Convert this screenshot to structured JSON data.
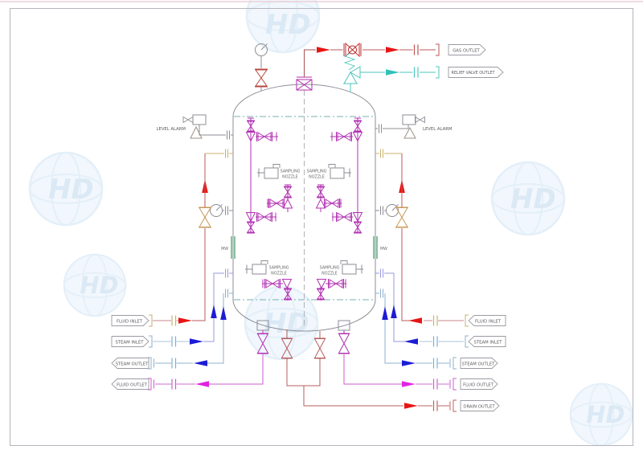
{
  "drawing": {
    "watermark_text": "HD",
    "vessel": {
      "manway_label": "MW",
      "level_alarm_label": "LEVEL ALARM",
      "sampling_nozzle": {
        "line1": "SAMPLING",
        "line2": "NOZZLE"
      }
    },
    "top_tags": {
      "gas_outlet": "GAS OUTLET",
      "relief_valve_outlet": "RELIEF VALVE OUTLET"
    },
    "left_tags": {
      "fluid_inlet": "FLUID INLET",
      "steam_inlet": "STEAM INLET",
      "steam_outlet": "STEAM OUTLET",
      "fluid_outlet": "FLUID OUTLET"
    },
    "right_tags": {
      "fluid_inlet": "FLUID INLET",
      "steam_inlet": "STEAM INLET",
      "steam_outlet": "STEAM OUTLET",
      "fluid_outlet": "FLUID OUTLET",
      "drain_outlet": "DRAIN OUTLET"
    },
    "colors": {
      "red_arrow": "#e81414",
      "red_line": "#bc5858",
      "blue_arrow": "#1c1cd4",
      "steel_blue": "#8fb0cc",
      "lavender": "#9a9ade",
      "magenta": "#b232b2",
      "magenta_arrow": "#e022e2",
      "tan": "#c9b26e",
      "teal": "#4cc4bc",
      "green_manway": "#4aa070",
      "vessel_gray": "#8e8e98",
      "watermark_blue": "#9ec7e8"
    }
  }
}
